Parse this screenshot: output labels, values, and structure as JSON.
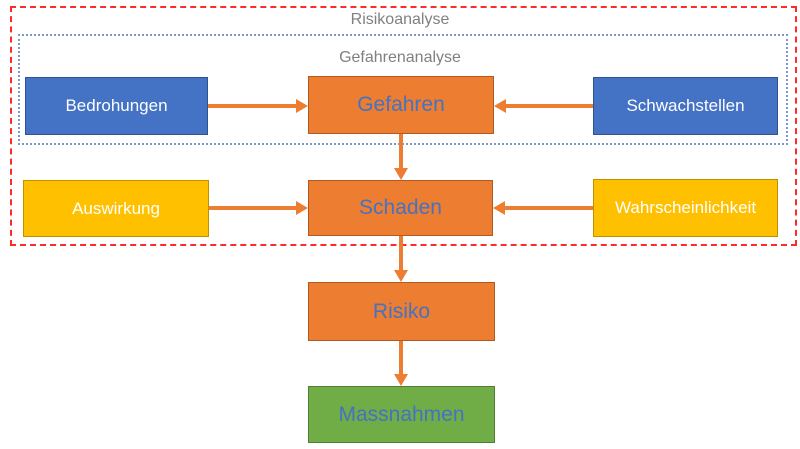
{
  "diagram": {
    "outer_group_label": "Risikoanalyse",
    "inner_group_label": "Gefahrenanalyse",
    "nodes": {
      "bedrohungen": {
        "label": "Bedrohungen",
        "fill": "#4472C4",
        "border": "#2F528F",
        "text_color": "#FFFFFF"
      },
      "schwachstellen": {
        "label": "Schwachstellen",
        "fill": "#4472C4",
        "border": "#2F528F",
        "text_color": "#FFFFFF"
      },
      "gefahren": {
        "label": "Gefahren",
        "fill": "#ED7D31",
        "border": "#AE5A21",
        "text_color": "#4472C4"
      },
      "auswirkung": {
        "label": "Auswirkung",
        "fill": "#FFC000",
        "border": "#BF9000",
        "text_color": "#FFFFFF"
      },
      "schaden": {
        "label": "Schaden",
        "fill": "#ED7D31",
        "border": "#AE5A21",
        "text_color": "#4472C4"
      },
      "wahrscheinlichkeit": {
        "label": "Wahrscheinlichkeit",
        "fill": "#FFC000",
        "border": "#BF9000",
        "text_color": "#FFFFFF"
      },
      "risiko": {
        "label": "Risiko",
        "fill": "#ED7D31",
        "border": "#AE5A21",
        "text_color": "#4472C4"
      },
      "massnahmen": {
        "label": "Massnahmen",
        "fill": "#70AD47",
        "border": "#507E32",
        "text_color": "#4472C4"
      }
    },
    "edges": [
      {
        "from": "Bedrohungen",
        "to": "Gefahren",
        "direction": "right"
      },
      {
        "from": "Schwachstellen",
        "to": "Gefahren",
        "direction": "left"
      },
      {
        "from": "Gefahren",
        "to": "Schaden",
        "direction": "down"
      },
      {
        "from": "Auswirkung",
        "to": "Schaden",
        "direction": "right"
      },
      {
        "from": "Wahrscheinlichkeit",
        "to": "Schaden",
        "direction": "left"
      },
      {
        "from": "Schaden",
        "to": "Risiko",
        "direction": "down"
      },
      {
        "from": "Risiko",
        "to": "Massnahmen",
        "direction": "down"
      }
    ],
    "colors": {
      "outer_frame_border": "#FF2A2A",
      "inner_frame_border": "#7B97CC",
      "arrow": "#ED7D31",
      "group_label_text": "#808080"
    }
  }
}
